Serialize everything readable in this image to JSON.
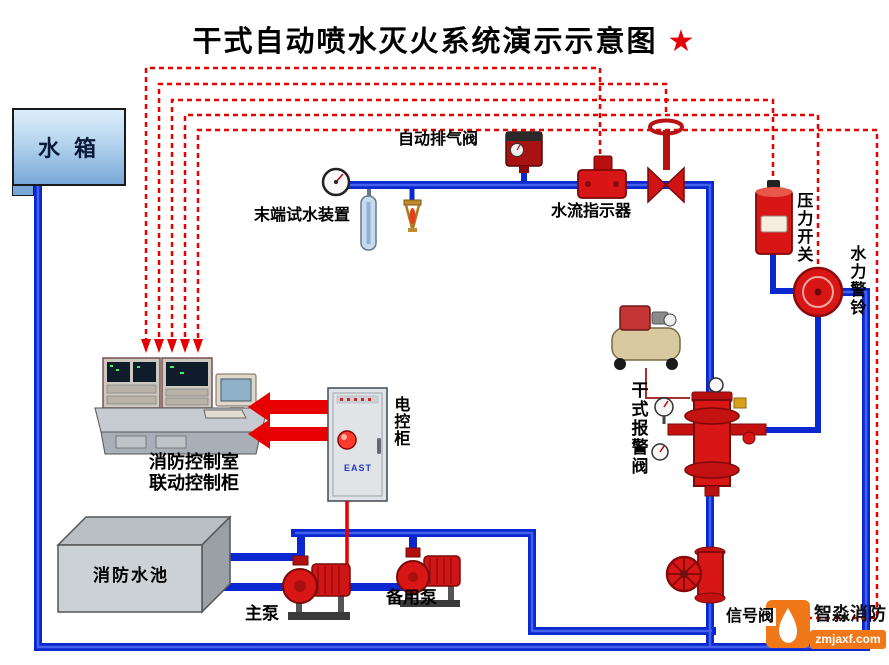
{
  "title": {
    "text": "干式自动喷水灭火系统演示示意图",
    "star": "★"
  },
  "components": {
    "water_tank": {
      "label": "水 箱"
    },
    "auto_exhaust_valve": {
      "label": "自动排气阀"
    },
    "end_test_device": {
      "label": "末端试水装置"
    },
    "water_flow_indicator": {
      "label": "水流指示器"
    },
    "pressure_switch": {
      "label": "压力开关"
    },
    "hydraulic_alarm_bell": {
      "label": "水力警铃"
    },
    "dry_alarm_valve": {
      "label": "干式报警阀"
    },
    "electric_control_cabinet": {
      "label": "电控柜",
      "brand": "EAST"
    },
    "fire_control_room": {
      "line1": "消防控制室",
      "line2": "联动控制柜"
    },
    "fire_water_pool": {
      "label": "消防水池"
    },
    "main_pump": {
      "label": "主泵"
    },
    "backup_pump": {
      "label": "备用泵"
    },
    "signal_valve": {
      "label": "信号阀"
    }
  },
  "branding": {
    "name": "智淼消防",
    "site": "zmjaxf.com"
  },
  "colors": {
    "pipe_blue": "#0a28d0",
    "signal_red": "#e60000",
    "equipment_red": "#d81616",
    "brand_orange": "#f07818",
    "tank_blue": "#b5d4ef"
  }
}
